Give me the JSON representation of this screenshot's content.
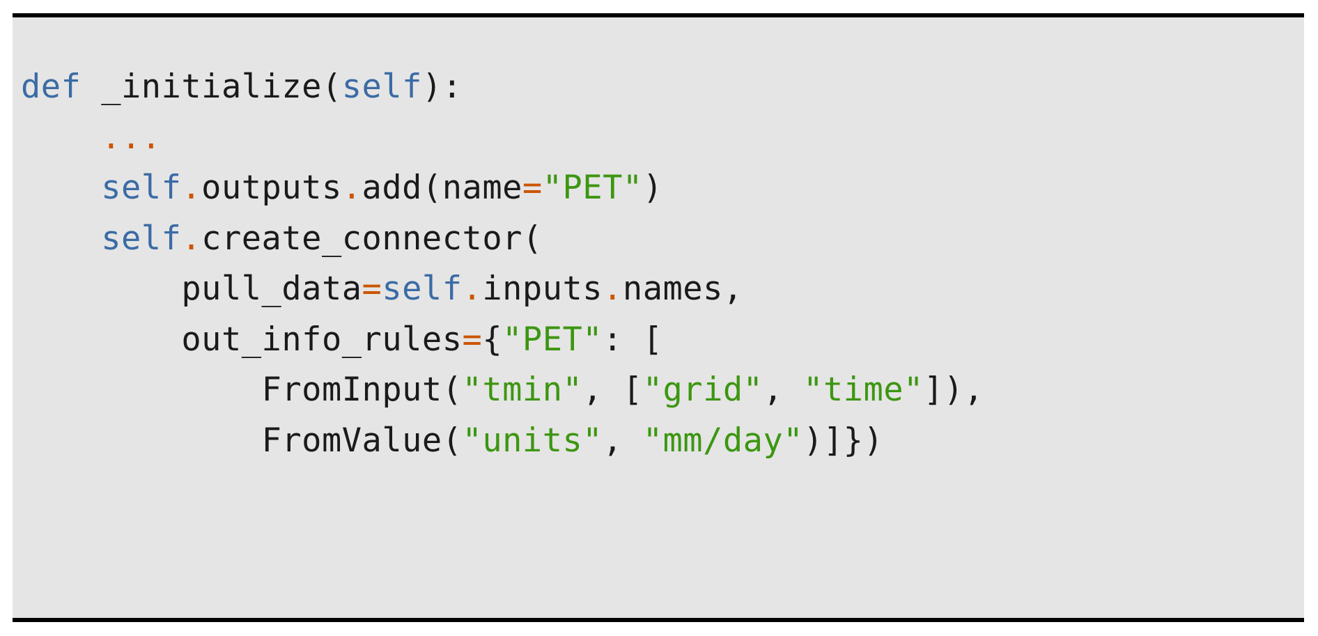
{
  "figure": {
    "kind": "code-listing",
    "language": "python",
    "background_color": "#e5e5e5",
    "page_color": "#ffffff",
    "rule_color": "#000000",
    "colors": {
      "keyword": "#3B6BA5",
      "self": "#3B6BA5",
      "operator": "#CC5500",
      "punctuation_dot": "#CC5500",
      "string": "#3C9611",
      "default_text": "#1a1a1a"
    },
    "plain_text": "def _initialize(self):\n    ...\n    self.outputs.add(name=\"PET\")\n    self.create_connector(\n        pull_data=self.inputs.names,\n        out_info_rules={\"PET\": [\n            FromInput(\"tmin\", [\"grid\", \"time\"]),\n            FromValue(\"units\", \"mm/day\")]})"
  },
  "code": {
    "lines": [
      {
        "indent": 0,
        "tokens": [
          {
            "t": "def",
            "c": "kw"
          },
          {
            "t": " ",
            "c": "punct"
          },
          {
            "t": "_initialize",
            "c": "name"
          },
          {
            "t": "(",
            "c": "punct"
          },
          {
            "t": "self",
            "c": "self"
          },
          {
            "t": "):",
            "c": "punct"
          }
        ]
      },
      {
        "indent": 4,
        "tokens": [
          {
            "t": "...",
            "c": "ellipsis"
          }
        ]
      },
      {
        "indent": 4,
        "tokens": [
          {
            "t": "self",
            "c": "self"
          },
          {
            "t": ".",
            "c": "dot"
          },
          {
            "t": "outputs",
            "c": "name"
          },
          {
            "t": ".",
            "c": "dot"
          },
          {
            "t": "add",
            "c": "name"
          },
          {
            "t": "(",
            "c": "punct"
          },
          {
            "t": "name",
            "c": "name"
          },
          {
            "t": "=",
            "c": "op"
          },
          {
            "t": "\"PET\"",
            "c": "str"
          },
          {
            "t": ")",
            "c": "punct"
          }
        ]
      },
      {
        "indent": 4,
        "tokens": [
          {
            "t": "self",
            "c": "self"
          },
          {
            "t": ".",
            "c": "dot"
          },
          {
            "t": "create_connector",
            "c": "name"
          },
          {
            "t": "(",
            "c": "punct"
          }
        ]
      },
      {
        "indent": 8,
        "tokens": [
          {
            "t": "pull_data",
            "c": "name"
          },
          {
            "t": "=",
            "c": "op"
          },
          {
            "t": "self",
            "c": "self"
          },
          {
            "t": ".",
            "c": "dot"
          },
          {
            "t": "inputs",
            "c": "name"
          },
          {
            "t": ".",
            "c": "dot"
          },
          {
            "t": "names",
            "c": "name"
          },
          {
            "t": ",",
            "c": "punct"
          }
        ]
      },
      {
        "indent": 8,
        "tokens": [
          {
            "t": "out_info_rules",
            "c": "name"
          },
          {
            "t": "=",
            "c": "op"
          },
          {
            "t": "{",
            "c": "punct"
          },
          {
            "t": "\"PET\"",
            "c": "str"
          },
          {
            "t": ": [",
            "c": "punct"
          }
        ]
      },
      {
        "indent": 12,
        "tokens": [
          {
            "t": "FromInput",
            "c": "name"
          },
          {
            "t": "(",
            "c": "punct"
          },
          {
            "t": "\"tmin\"",
            "c": "str"
          },
          {
            "t": ", [",
            "c": "punct"
          },
          {
            "t": "\"grid\"",
            "c": "str"
          },
          {
            "t": ", ",
            "c": "punct"
          },
          {
            "t": "\"time\"",
            "c": "str"
          },
          {
            "t": "]),",
            "c": "punct"
          }
        ]
      },
      {
        "indent": 12,
        "tokens": [
          {
            "t": "FromValue",
            "c": "name"
          },
          {
            "t": "(",
            "c": "punct"
          },
          {
            "t": "\"units\"",
            "c": "str"
          },
          {
            "t": ", ",
            "c": "punct"
          },
          {
            "t": "\"mm/day\"",
            "c": "str"
          },
          {
            "t": ")]})",
            "c": "punct"
          }
        ]
      }
    ]
  }
}
